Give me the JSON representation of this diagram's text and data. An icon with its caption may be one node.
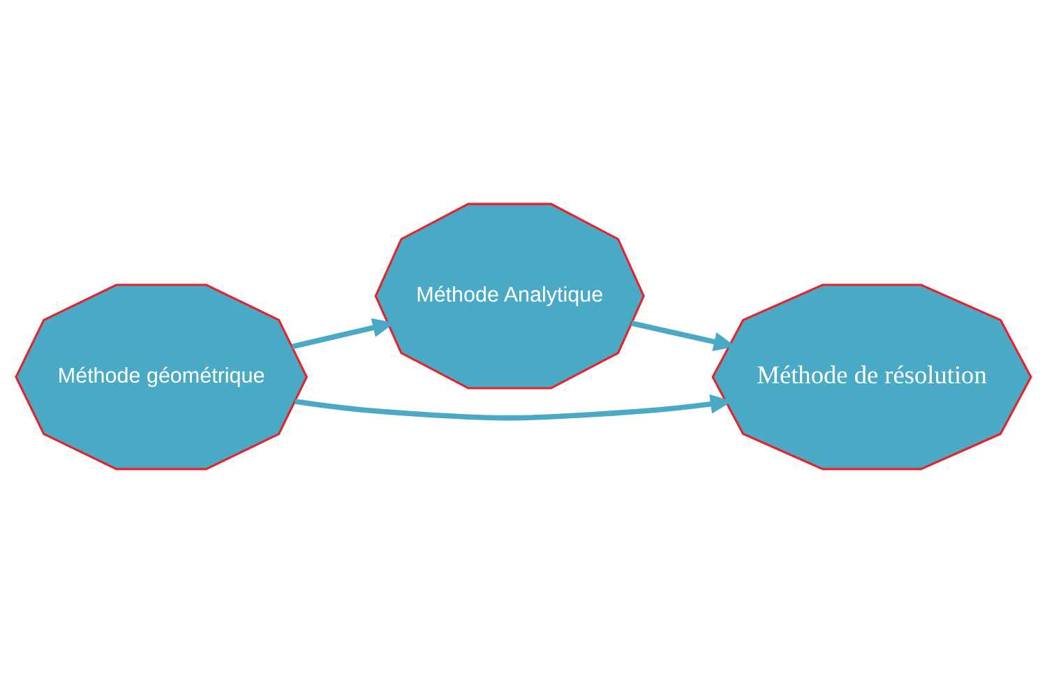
{
  "diagram": {
    "nodes": [
      {
        "text": [
          "Méthode Analytique"
        ]
      },
      {
        "text": [
          "Méthode géométrique"
        ]
      },
      {
        "text": [
          "Méthode de résolution"
        ]
      }
    ],
    "edges": [
      {
        "from": 1,
        "to": 0,
        "arrow": "to"
      },
      {
        "from": 0,
        "to": 2,
        "arrow": "to"
      },
      {
        "from": 1,
        "to": 2,
        "arrow": "to"
      }
    ]
  }
}
